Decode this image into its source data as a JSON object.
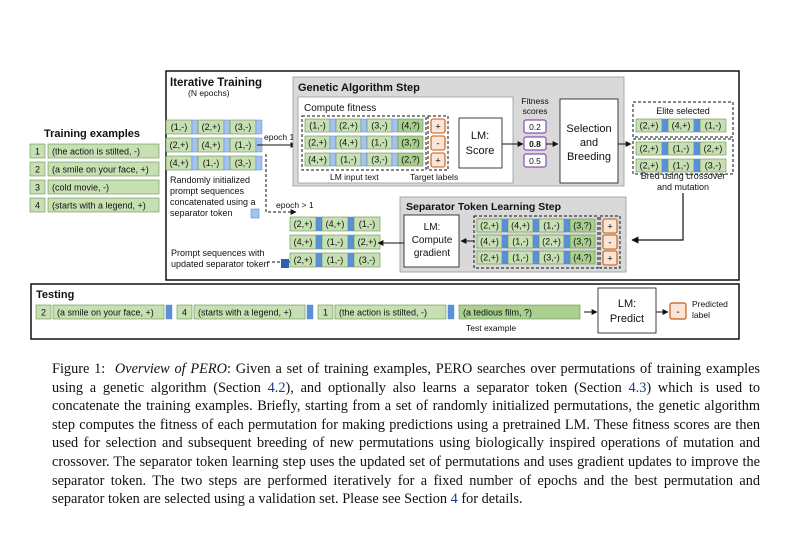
{
  "training": {
    "title": "Training examples",
    "examples": [
      {
        "num": "1",
        "text": "(the action is stilted, -)"
      },
      {
        "num": "2",
        "text": "(a smile on your face, +)"
      },
      {
        "num": "3",
        "text": "(cold movie, -)"
      },
      {
        "num": "4",
        "text": "(starts with a legend, +)"
      }
    ]
  },
  "iterative": {
    "title": "Iterative Training",
    "subtitle": "(N epochs)",
    "epoch1": "epoch 1",
    "epoch_gt1": "epoch > 1",
    "init_rows": [
      [
        "(1,-)",
        "(2,+)",
        "(3,-)"
      ],
      [
        "(2,+)",
        "(4,+)",
        "(1,-)"
      ],
      [
        "(4,+)",
        "(1,-)",
        "(3,-)"
      ]
    ],
    "init_caption": [
      "Randomly initialized",
      "prompt sequences",
      "concatenated using a",
      "separator token"
    ],
    "updated_rows": [
      [
        "(2,+)",
        "(4,+)",
        "(1,-)"
      ],
      [
        "(4,+)",
        "(1,-)",
        "(2,+)"
      ],
      [
        "(2,+)",
        "(1,-)",
        "(3,-)"
      ]
    ],
    "updated_caption": [
      "Prompt sequences with",
      "updated separator token"
    ]
  },
  "ga": {
    "title": "Genetic Algorithm Step",
    "compute_fitness": "Compute fitness",
    "rows": [
      {
        "items": [
          "(1,-)",
          "(2,+)",
          "(3,-)",
          "(4,?)"
        ],
        "target": "+"
      },
      {
        "items": [
          "(2,+)",
          "(4,+)",
          "(1,-)",
          "(3,?)"
        ],
        "target": "-"
      },
      {
        "items": [
          "(4,+)",
          "(1,-)",
          "(3,-)",
          "(2,?)"
        ],
        "target": "+"
      }
    ],
    "lm_input_label": "LM input text",
    "target_label": "Target labels",
    "lm_score": [
      "LM:",
      "Score"
    ],
    "fitness_title": [
      "Fitness",
      "scores"
    ],
    "fitness_scores": [
      "0.2",
      "0.8",
      "0.5"
    ],
    "selection": [
      "Selection",
      "and",
      "Breeding"
    ],
    "elite_label": "Elite selected",
    "elite_row": [
      "(2,+)",
      "(4,+)",
      "(1,-)"
    ],
    "bred_rows": [
      [
        "(2,+)",
        "(1,-)",
        "(2,+)"
      ],
      [
        "(2,+)",
        "(1,-)",
        "(3,-)"
      ]
    ],
    "bred_caption": [
      "Bred using crossover",
      "and mutation"
    ]
  },
  "sep": {
    "title": "Separator Token Learning Step",
    "lm_gradient": [
      "LM:",
      "Compute",
      "gradient"
    ],
    "rows": [
      {
        "items": [
          "(2,+)",
          "(4,+)",
          "(1,-)",
          "(3,?)"
        ],
        "target": "+"
      },
      {
        "items": [
          "(4,+)",
          "(1,-)",
          "(2,+)",
          "(3,?)"
        ],
        "target": "-"
      },
      {
        "items": [
          "(2,+)",
          "(1,-)",
          "(3,-)",
          "(4,?)"
        ],
        "target": "+"
      }
    ]
  },
  "testing": {
    "title": "Testing",
    "sequence": [
      {
        "num": "2",
        "text": "(a smile on your face, +)"
      },
      {
        "num": "4",
        "text": "(starts with a legend, +)"
      },
      {
        "num": "1",
        "text": "(the action is stilted, -)"
      }
    ],
    "test_text": "(a tedious film, ?)",
    "test_label": "Test example",
    "lm_predict": [
      "LM:",
      "Predict"
    ],
    "predicted_value": "-",
    "predicted_label": [
      "Predicted",
      "label"
    ]
  },
  "caption": {
    "label": "Figure 1:",
    "title": "Overview of PERO",
    "p1": ": Given a set of training examples, PERO searches over permutations of training examples using a genetic algorithm (Section ",
    "ref1": "4.2",
    "p2": "), and optionally also learns a separator token (Section ",
    "ref2": "4.3",
    "p3": ") which is used to concatenate the training examples. Briefly, starting from a set of randomly initialized permutations, the genetic algorithm step computes the fitness of each permutation for making predictions using a pretrained LM. These fitness scores are then used for selection and subsequent breeding of new permutations using biologically inspired operations of mutation and crossover. The separator token learning step uses the updated set of permutations and uses gradient updates to improve the separator token. The two steps are performed iteratively for a fixed number of epochs and the best permutation and separator token are selected using a validation set. Please see Section ",
    "ref3": "4",
    "p4": " for details."
  },
  "colors": {
    "green": "#c6e0b4",
    "green_dark": "#a9d08e",
    "blue": "#5b8fd6",
    "blue_light": "#a4c2ec",
    "gray": "#d9d9d9",
    "orange": "#c55a11",
    "orange_fill": "#fbe5d6",
    "purple": "#7030a0"
  }
}
